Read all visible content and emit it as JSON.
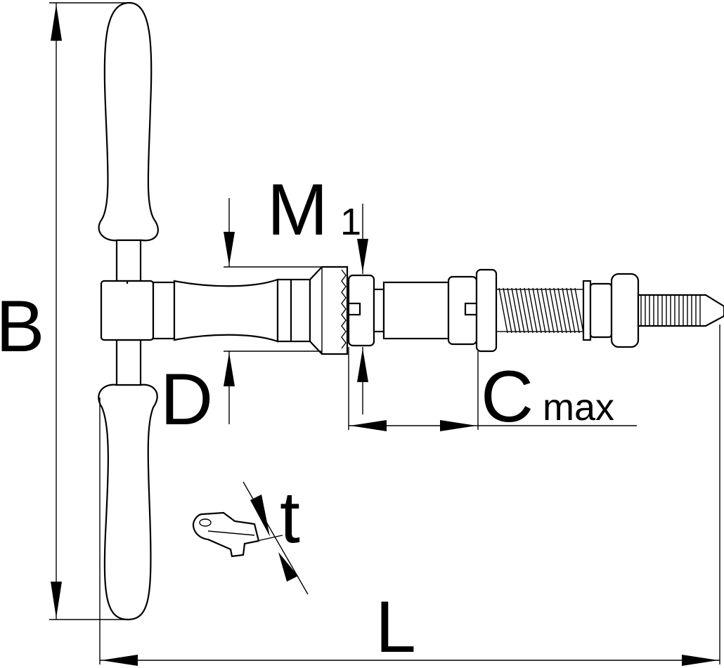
{
  "labels": {
    "B": "B",
    "D": "D",
    "M": "M",
    "M_sub": "1",
    "C": "C",
    "C_sub": "max",
    "t": "t",
    "L": "L"
  }
}
